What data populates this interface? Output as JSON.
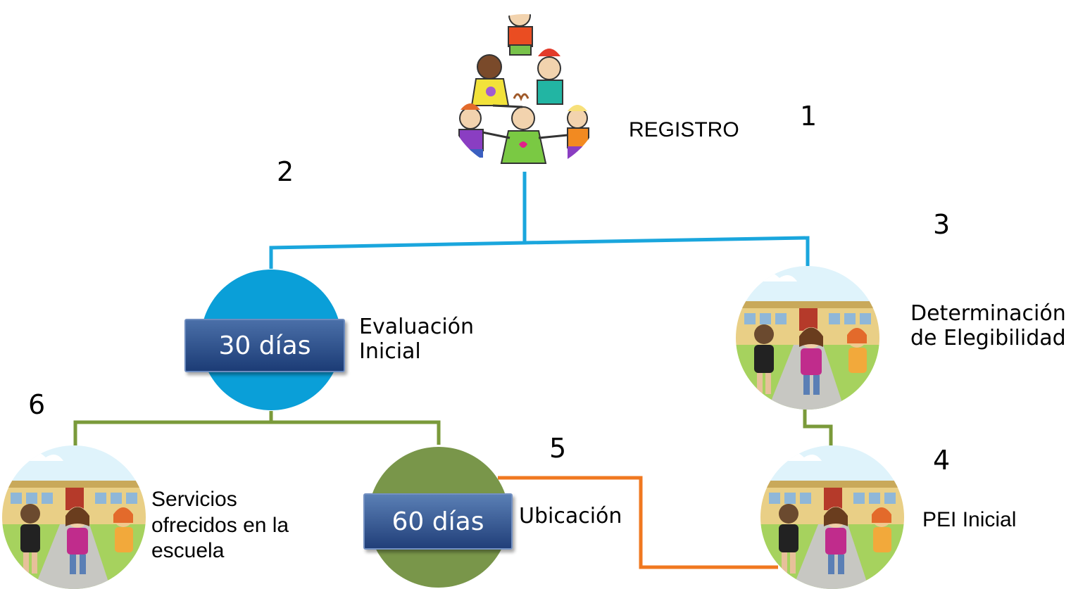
{
  "colors": {
    "blue_connector": "#1aa6dd",
    "green_connector": "#7a9a3a",
    "orange_connector": "#f07820",
    "circle_blue": "#0a9fd8",
    "circle_green": "#79964a"
  },
  "steps": {
    "s1": {
      "number": "1",
      "label": "REGISTRO"
    },
    "s2": {
      "number": "2",
      "label_line1": "Evaluación",
      "label_line2": "Inicial",
      "badge": "30 días"
    },
    "s3": {
      "number": "3",
      "label_line1": "Determinación",
      "label_line2": "de Elegibilidad"
    },
    "s4": {
      "number": "4",
      "label": "PEI Inicial"
    },
    "s5": {
      "number": "5",
      "label": "Ubicación",
      "badge": "60 días"
    },
    "s6": {
      "number": "6",
      "label_line1": "Servicios",
      "label_line2": "ofrecidos en la",
      "label_line3": "escuela"
    }
  },
  "icons": {
    "registro": "children-pyramid-illustration",
    "school": "school-kids-illustration"
  }
}
